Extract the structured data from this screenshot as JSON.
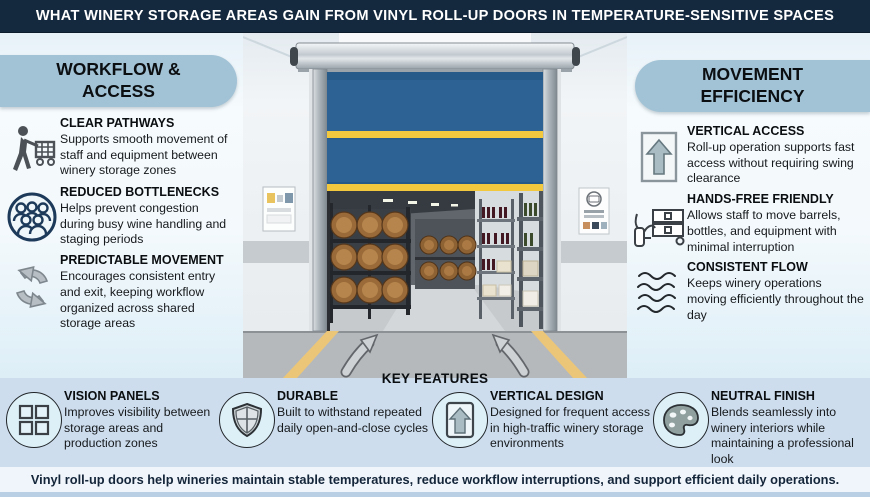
{
  "header": {
    "title": "WHAT WINERY STORAGE AREAS GAIN FROM VINYL ROLL-UP DOORS IN TEMPERATURE-SENSITIVE SPACES"
  },
  "left_panel": {
    "heading": "WORKFLOW & ACCESS",
    "items": [
      {
        "icon": "person-cart-icon",
        "title": "CLEAR PATHWAYS",
        "desc": "Supports smooth movement of staff and equipment between winery storage zones"
      },
      {
        "icon": "people-group-icon",
        "title": "REDUCED BOTTLENECKS",
        "desc": "Helps prevent congestion during busy wine handling and staging periods"
      },
      {
        "icon": "cycle-arrows-icon",
        "title": "PREDICTABLE MOVEMENT",
        "desc": "Encourages consistent entry and exit, keeping workflow organized across shared storage areas"
      }
    ]
  },
  "right_panel": {
    "heading": "MOVEMENT EFFICIENCY",
    "items": [
      {
        "icon": "up-arrow-door-icon",
        "title": "VERTICAL ACCESS",
        "desc": "Roll-up operation supports fast access without requiring swing clearance"
      },
      {
        "icon": "hand-cart-icon",
        "title": "HANDS-FREE FRIENDLY",
        "desc": "Allows staff to move barrels, bottles, and equipment with minimal interruption"
      },
      {
        "icon": "flow-waves-icon",
        "title": "CONSISTENT FLOW",
        "desc": "Keeps winery operations moving efficiently throughout the day"
      }
    ]
  },
  "center_scene": {
    "alt": "Blue vinyl roll-up door with yellow safety stripes, partially open over a winery storage room with stacked wine barrels, bottle shelving, and floor arrows",
    "door_color": "#2d6394",
    "stripe_color": "#f2c83e"
  },
  "key_features": {
    "title": "KEY FEATURES",
    "items": [
      {
        "icon": "vision-panels-icon",
        "title": "VISION PANELS",
        "desc": "Improves visibility between storage areas and production zones"
      },
      {
        "icon": "shield-icon",
        "title": "DURABLE",
        "desc": "Built to withstand repeated daily open-and-close cycles"
      },
      {
        "icon": "vertical-arrow-icon",
        "title": "VERTICAL DESIGN",
        "desc": "Designed for frequent access in high-traffic winery storage environments"
      },
      {
        "icon": "palette-icon",
        "title": "NEUTRAL FINISH",
        "desc": "Blends seamlessly into winery interiors while maintaining a professional look"
      }
    ]
  },
  "footer": {
    "text": "Vinyl roll-up doors help wineries maintain stable temperatures, reduce workflow interruptions, and support efficient daily operations."
  },
  "colors": {
    "header_bg": "#14293e",
    "pill_bg": "#a2c2d5",
    "band_bg": "#cddded",
    "door_blue": "#2d6394",
    "stripe_yellow": "#f2c83e",
    "footer_strip": "#b9cfe4"
  }
}
